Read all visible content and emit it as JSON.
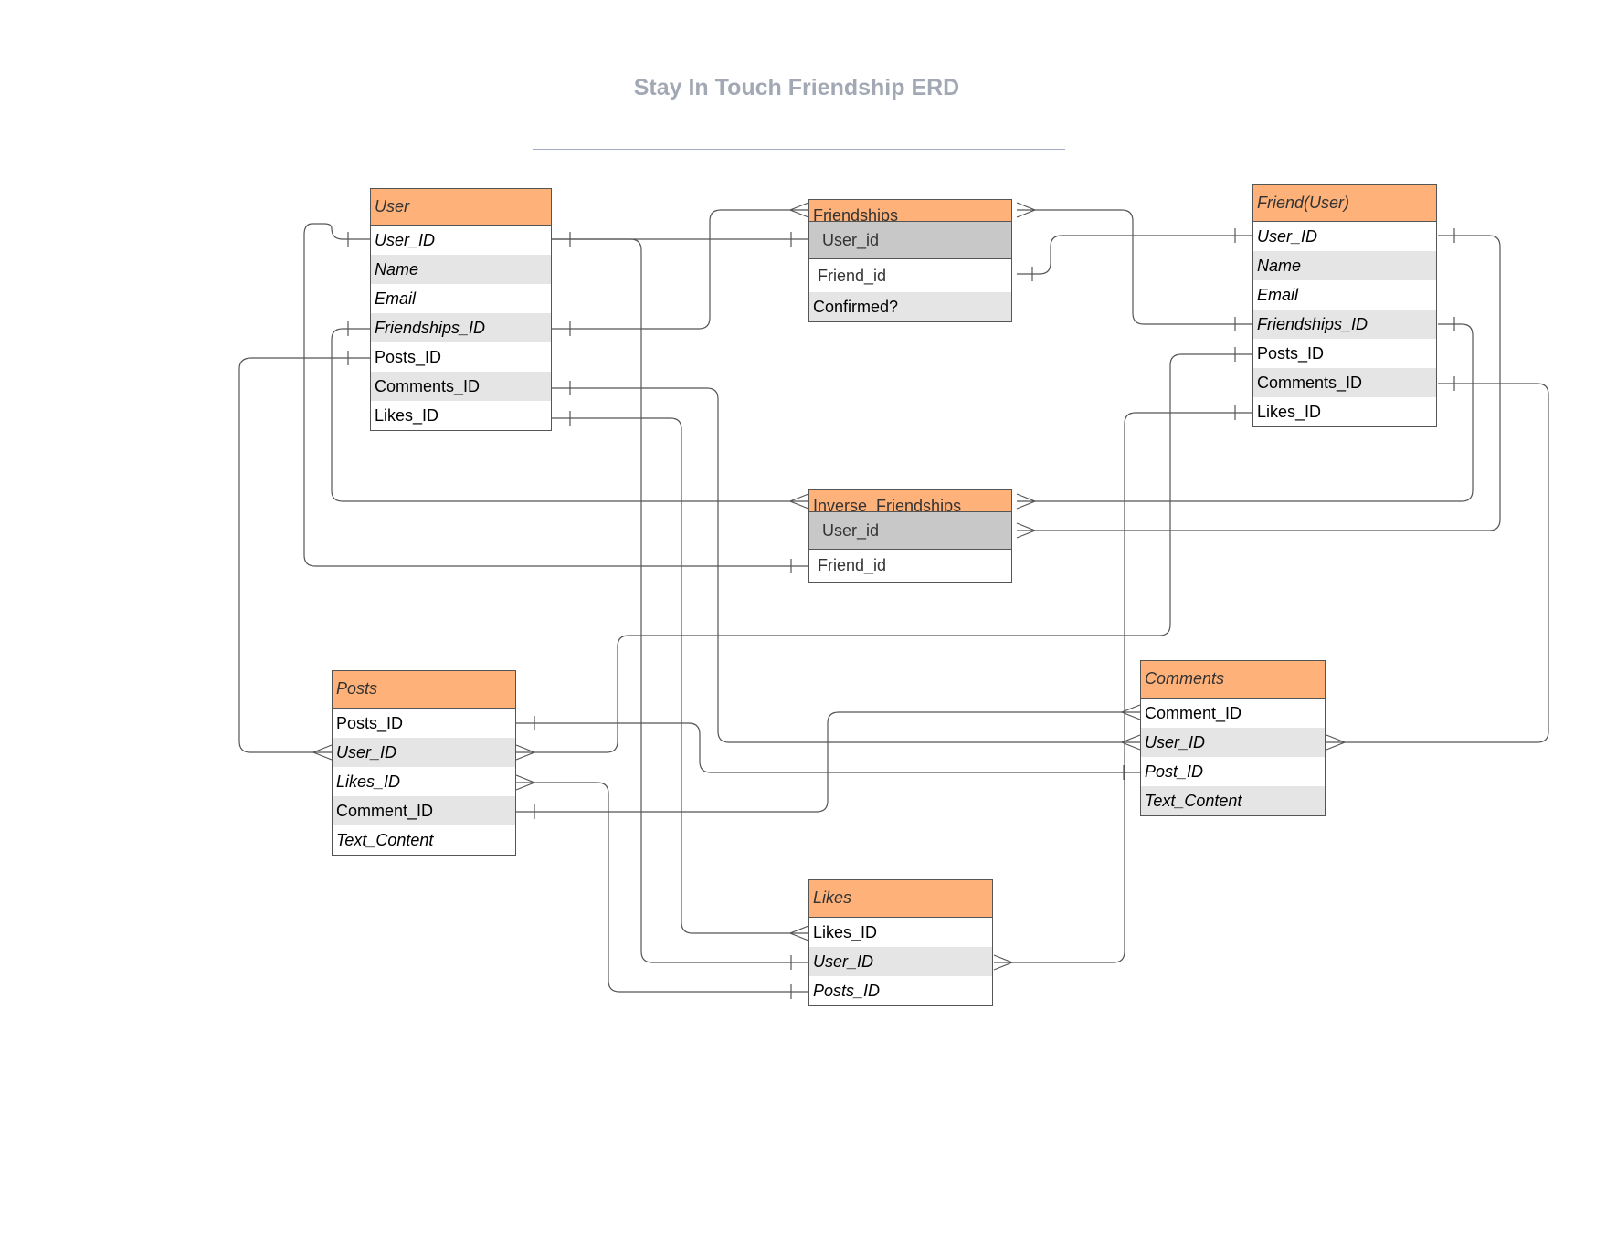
{
  "title": "Stay In Touch Friendship ERD",
  "colors": {
    "header": "#feb27a",
    "row_alt": "#e5e5e5",
    "row_selected": "#c8c8c8",
    "line": "#555555",
    "title": "#a2a9b5"
  },
  "entities": {
    "user": {
      "name": "User",
      "fields": [
        "User_ID",
        "Name",
        "Email",
        "Friendships_ID",
        "Posts_ID",
        "Comments_ID",
        "Likes_ID"
      ]
    },
    "friendships": {
      "name": "Friendships",
      "fields": [
        "User_id",
        "Friend_id",
        "Confirmed?"
      ]
    },
    "friend_user": {
      "name": "Friend(User)",
      "fields": [
        "User_ID",
        "Name",
        "Email",
        "Friendships_ID",
        "Posts_ID",
        "Comments_ID",
        "Likes_ID"
      ]
    },
    "inverse_friendships": {
      "name": "Inverse_Friendships",
      "fields": [
        "User_id",
        "Friend_id"
      ]
    },
    "posts": {
      "name": "Posts",
      "fields": [
        "Posts_ID",
        "User_ID",
        "Likes_ID",
        "Comment_ID",
        "Text_Content"
      ]
    },
    "comments": {
      "name": "Comments",
      "fields": [
        "Comment_ID",
        "User_ID",
        "Post_ID",
        "Text_Content"
      ]
    },
    "likes": {
      "name": "Likes",
      "fields": [
        "Likes_ID",
        "User_ID",
        "Posts_ID"
      ]
    }
  }
}
